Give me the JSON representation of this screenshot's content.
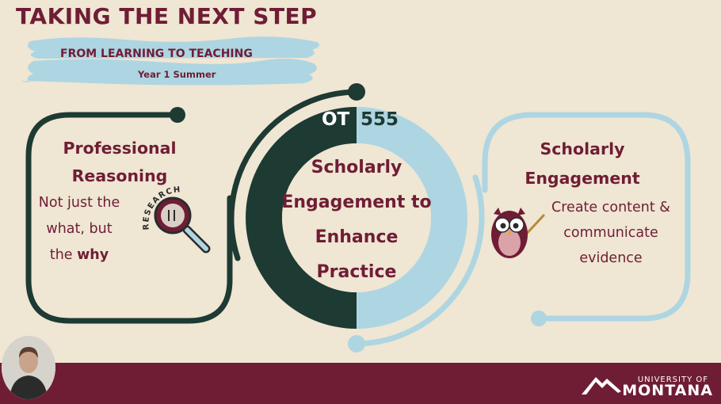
{
  "slide": {
    "title": "TAKING THE NEXT STEP",
    "subtitle": "FROM LEARNING TO TEACHING",
    "term": "Year 1 Summer"
  },
  "center": {
    "course_prefix": "OT",
    "course_number": "555",
    "lines": [
      "Scholarly",
      "Engagement to",
      "Enhance",
      "Practice"
    ]
  },
  "left_panel": {
    "title_lines": [
      "Professional",
      "Reasoning"
    ],
    "body_line1": "Not just the",
    "body_line2": "what, but",
    "body_line3_prefix": "the ",
    "body_line3_emphasis": "why",
    "icon_label": "RESEARCH"
  },
  "right_panel": {
    "title_lines": [
      "Scholarly",
      "Engagement"
    ],
    "body_lines": [
      "Create content &",
      "communicate",
      "evidence"
    ]
  },
  "footer": {
    "logo_small": "UNIVERSITY OF",
    "logo_big": "MONTANA"
  },
  "colors": {
    "maroon": "#6f1d35",
    "dark_green": "#1d3a33",
    "light_blue": "#aed5e2",
    "background": "#efe6d3"
  },
  "icons": {
    "left": "research-magnifier-icon",
    "right": "owl-teacher-icon",
    "logo": "mountain-logo-icon"
  }
}
